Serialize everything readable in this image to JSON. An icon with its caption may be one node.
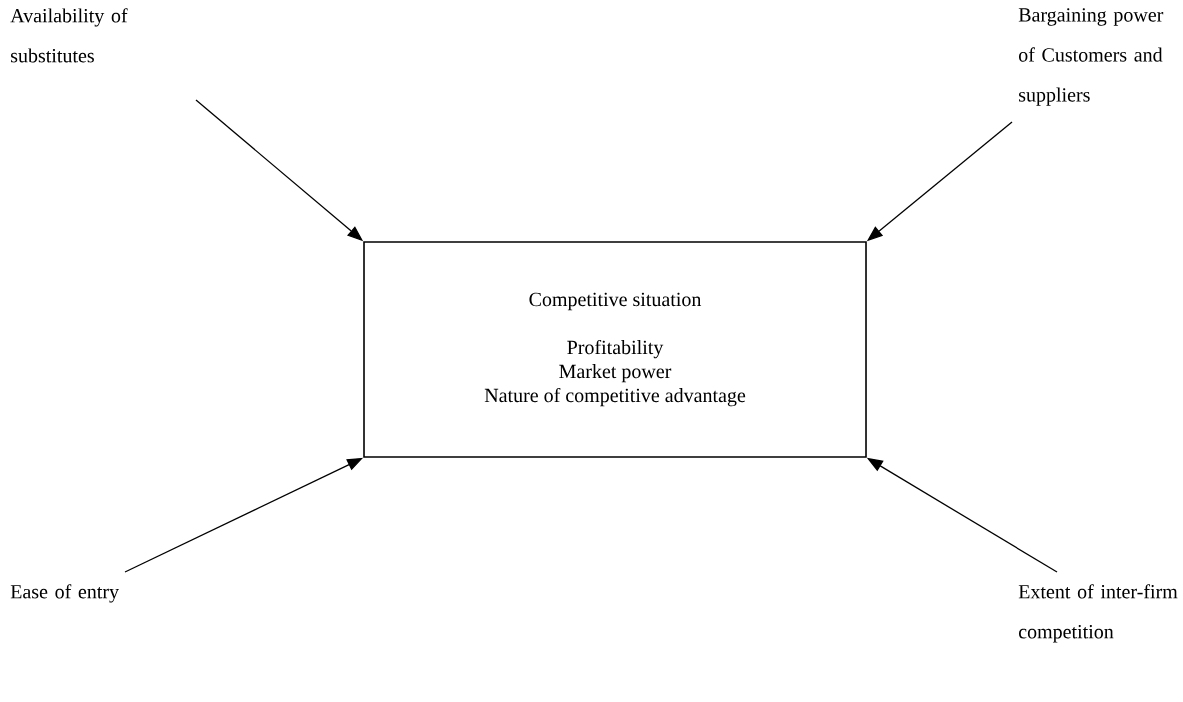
{
  "diagram": {
    "nodes": [
      {
        "text": [
          "Availability of substitutes"
        ]
      },
      {
        "text": [
          "Bargaining power of Customers and suppliers"
        ]
      },
      {
        "text": [
          "Competitive situation",
          "Profitability",
          "Market power",
          "Nature of competitive advantage"
        ]
      },
      {
        "text": [
          "Ease of entry"
        ]
      },
      {
        "text": [
          "Extent of inter-firm competition"
        ]
      }
    ],
    "edges": [
      {
        "from": 0,
        "to": 2,
        "arrow": "to"
      },
      {
        "from": 1,
        "to": 2,
        "arrow": "to"
      },
      {
        "from": 3,
        "to": 2,
        "arrow": "to"
      },
      {
        "from": 4,
        "to": 2,
        "arrow": "to"
      }
    ]
  }
}
